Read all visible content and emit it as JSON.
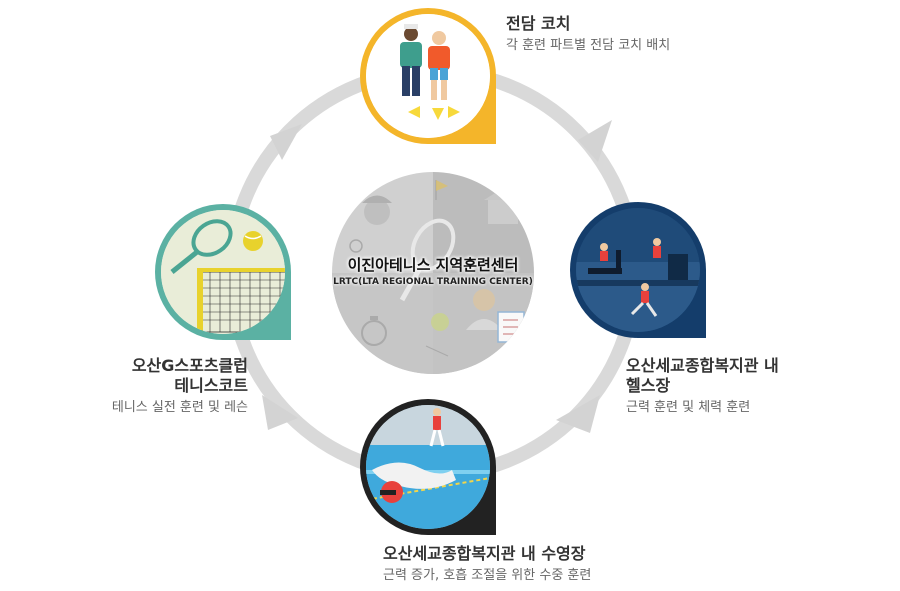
{
  "center": {
    "title": "이진아테니스 지역훈련센터",
    "subtitle": "LRTC(LTA REGIONAL TRAINING CENTER)"
  },
  "nodes": {
    "top": {
      "title": "전담 코치",
      "desc": "각 훈련 파트별 전담 코치 배치",
      "color": "#f4b52a"
    },
    "right": {
      "title_line1": "오산세교종합복지관 내",
      "title_line2": "헬스장",
      "desc": "근력 훈련 및 체력 훈련",
      "color": "#143d6b"
    },
    "bottom": {
      "title": "오산세교종합복지관 내 수영장",
      "desc": "근력 증가, 호흡 조절을 위한 수중 훈련",
      "color": "#222222"
    },
    "left": {
      "title_line1": "오산G스포츠클럽",
      "title_line2": "테니스코트",
      "desc": "테니스 실전 훈련 및 레슨",
      "color": "#5bb1a3"
    }
  },
  "colors": {
    "ring": "#d9d9d9",
    "center_left": "#cfcfcf",
    "center_right": "#bdbdbd"
  }
}
